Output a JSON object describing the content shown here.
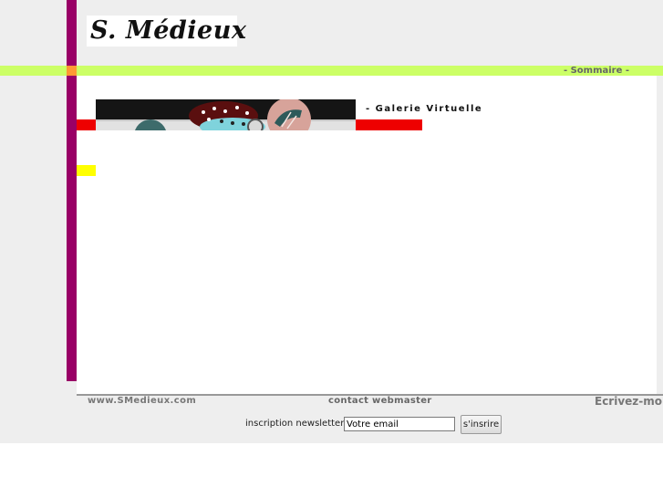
{
  "header": {
    "logo_text": "S. Médieux",
    "nav_link": "- Sommaire -"
  },
  "main": {
    "gallery_link": "- Galerie Virtuelle"
  },
  "footer": {
    "site": "www.SMedieux.com",
    "contact": "contact webmaster",
    "write": "Ecrivez-moi",
    "newsletter": {
      "label": "inscription newsletter :",
      "input_value": "Votre email",
      "button_label": "s'insrire"
    }
  },
  "colors": {
    "left_bar": "#990066",
    "green_bar": "#ccff66",
    "orange_square": "#ff9933",
    "red_bar": "#ee0000",
    "yellow_square": "#ffff00",
    "page_background": "#eeeeee"
  }
}
